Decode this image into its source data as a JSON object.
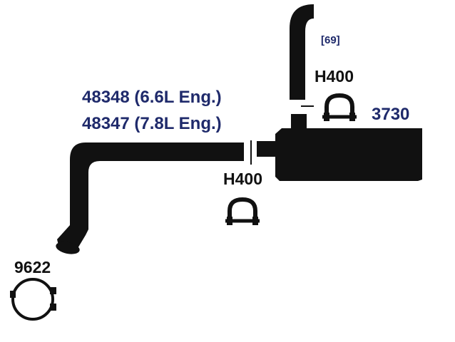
{
  "colors": {
    "part": "#111111",
    "part_number_text": "#1f2a6b",
    "clamp_text": "#111111",
    "background": "#ffffff"
  },
  "labels": {
    "ref": "[69]",
    "clamp_upper": "H400",
    "clamp_lower": "H400",
    "muffler": "3730",
    "pipe_line1": "48348 (6.6L Eng.)",
    "pipe_line2": "48347 (7.8L Eng.)",
    "gasket": "9622"
  }
}
